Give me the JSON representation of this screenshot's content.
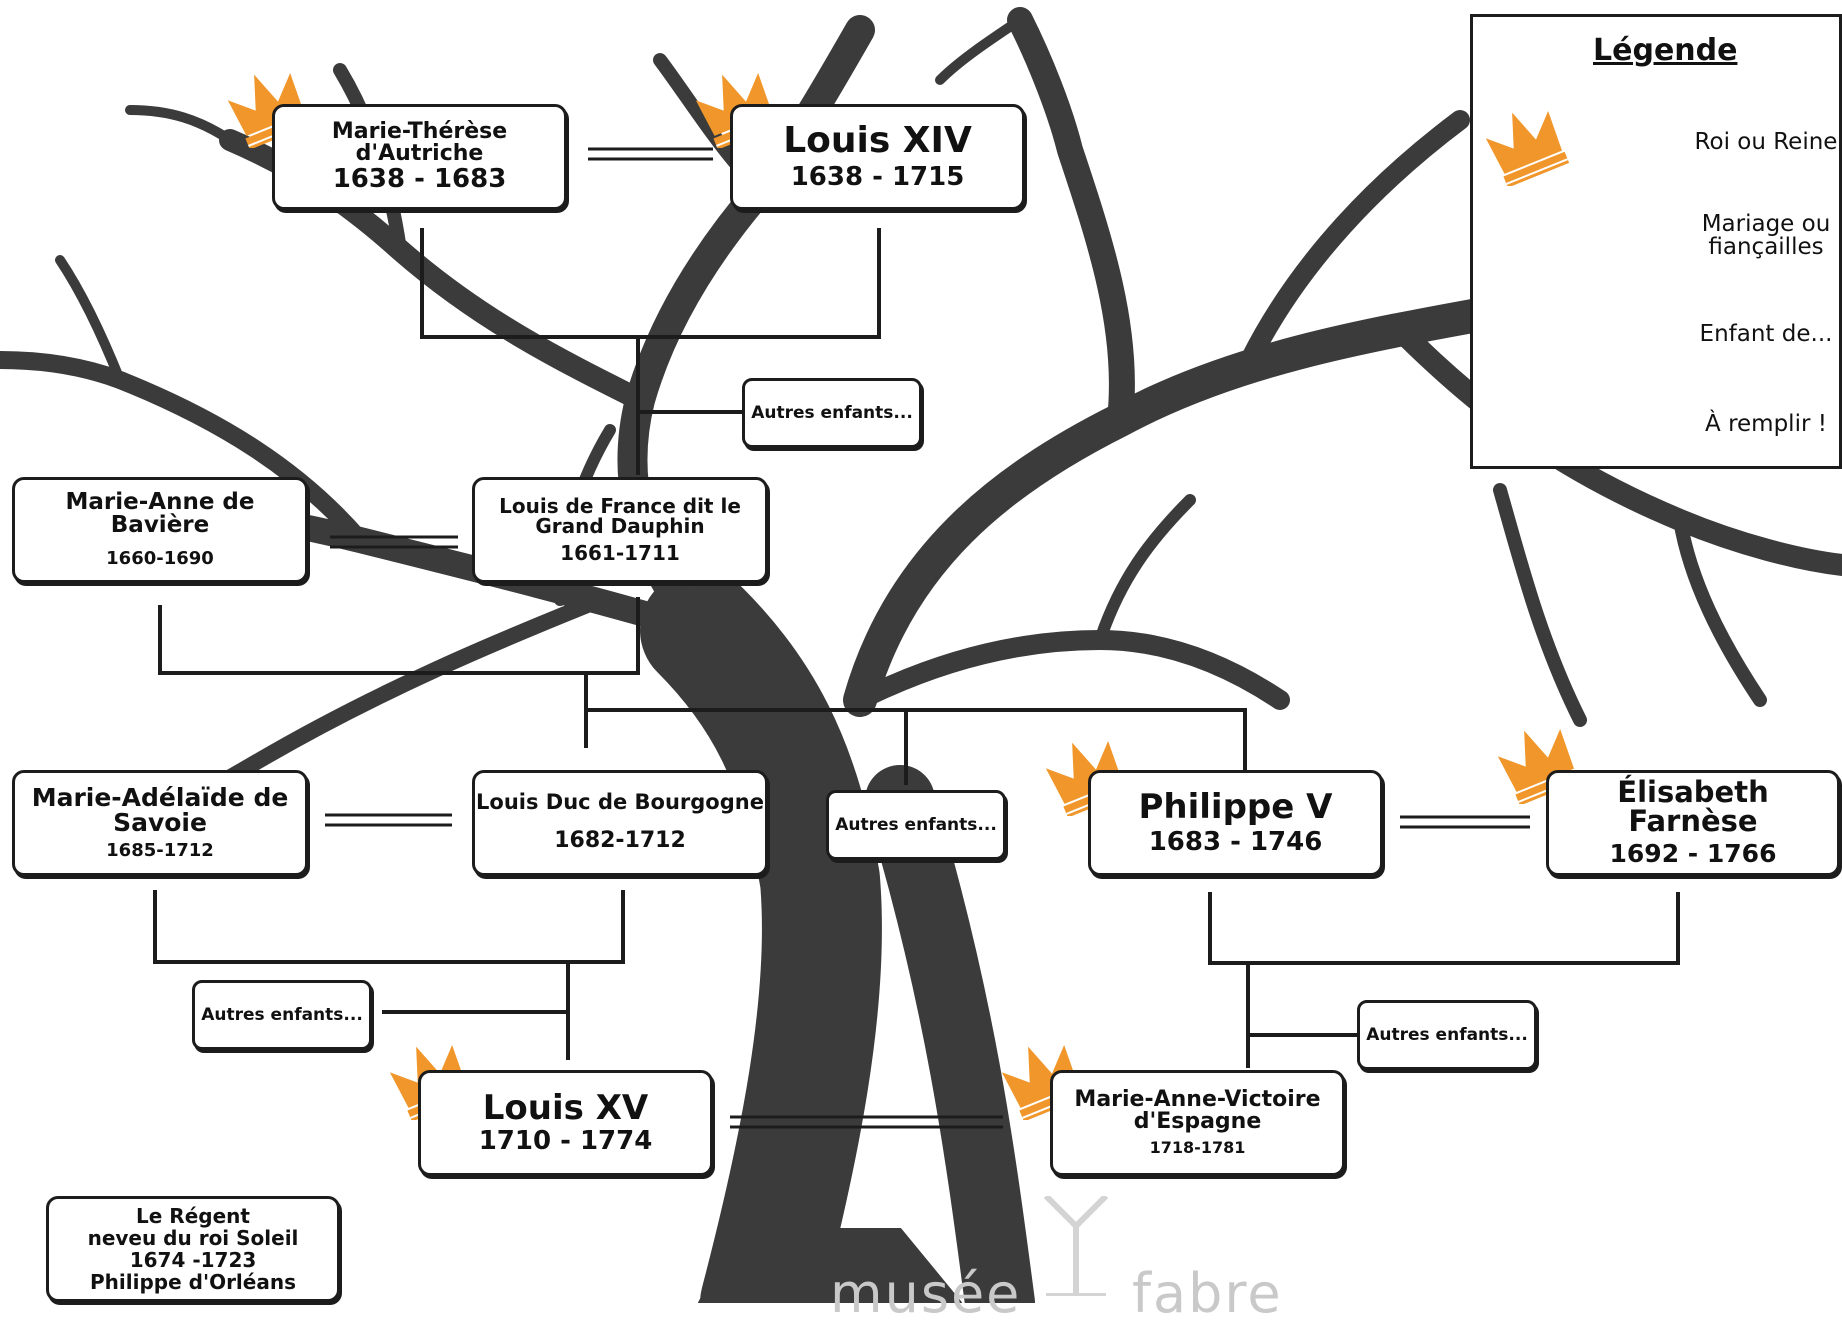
{
  "legend": {
    "title": "Légende",
    "items": {
      "royal": "Roi ou Reine",
      "marriage_line1": "Mariage ou",
      "marriage_line2": "fiançailles",
      "child": "Enfant de...",
      "todo": "À remplir !"
    }
  },
  "people": {
    "marie_therese": {
      "name1": "Marie-Thérèse",
      "name2": "d'Autriche",
      "dates": "1638 - 1683"
    },
    "louis_xiv": {
      "name": "Louis XIV",
      "dates": "1638 - 1715"
    },
    "marie_anne_baviere": {
      "name": "Marie-Anne de Bavière",
      "dates": "1660-1690"
    },
    "grand_dauphin": {
      "name1": "Louis  de France dit le",
      "name2": "Grand Dauphin",
      "dates": "1661-1711"
    },
    "marie_adelaide": {
      "name1": "Marie-Adélaïde de",
      "name2": "Savoie",
      "dates": "1685-1712"
    },
    "duc_bourgogne": {
      "name": "Louis  Duc de Bourgogne",
      "dates": "1682-1712"
    },
    "philippe_v": {
      "name": "Philippe V",
      "dates": "1683 - 1746"
    },
    "elisabeth_farnese": {
      "name": "Élisabeth Farnèse",
      "dates": "1692 - 1766"
    },
    "louis_xv": {
      "name": "Louis XV",
      "dates": "1710 - 1774"
    },
    "marie_anne_victoire": {
      "name1": "Marie-Anne-Victoire",
      "name2": "d'Espagne",
      "dates": "1718-1781"
    },
    "regent": {
      "line1": "Le Régent",
      "line2": "neveu du roi Soleil",
      "line3": "1674 -1723",
      "line4": "Philippe d'Orléans"
    }
  },
  "others": {
    "label": "Autres enfants..."
  },
  "watermark": {
    "left": "musée",
    "right": "fabre"
  },
  "colors": {
    "crown": "#f0962a",
    "tree": "#3b3b3b",
    "line": "#1c1c1c"
  }
}
